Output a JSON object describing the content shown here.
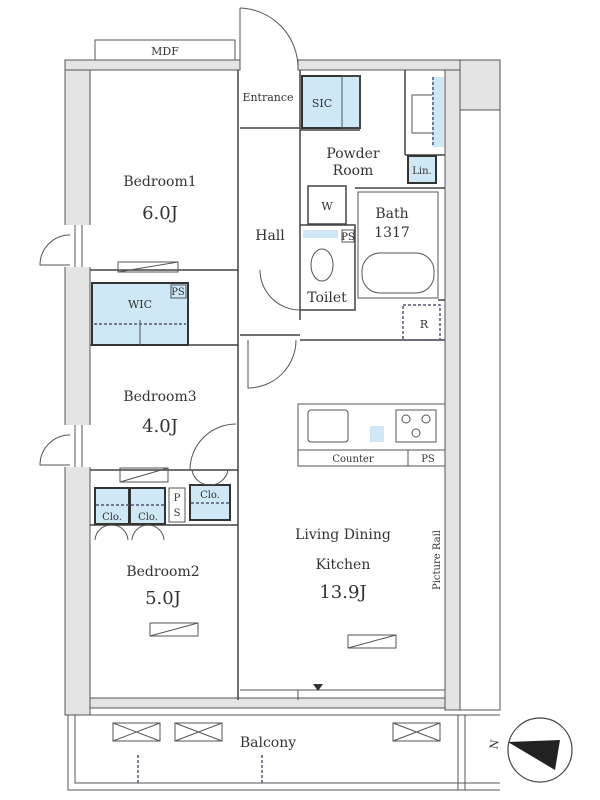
{
  "plan": {
    "utility": {
      "mdf": "MDF",
      "ps": "PS",
      "ps_vertical": [
        "P",
        "S"
      ],
      "refrigerator": "R"
    },
    "rooms": {
      "entrance": "Entrance",
      "sic": "SIC",
      "powder_room": [
        "Powder",
        "Room"
      ],
      "linen": "Lin.",
      "washer": "W",
      "bath": {
        "label": "Bath",
        "size": "1317"
      },
      "toilet": "Toilet",
      "hall": "Hall",
      "bedroom1": {
        "label": "Bedroom1",
        "size": "6.0J"
      },
      "wic": "WIC",
      "bedroom3": {
        "label": "Bedroom3",
        "size": "4.0J"
      },
      "bedroom2": {
        "label": "Bedroom2",
        "size": "5.0J"
      },
      "closet": "Clo.",
      "ldk": {
        "label": [
          "Living Dining",
          "Kitchen"
        ],
        "size": "13.9J"
      },
      "counter": "Counter",
      "picture_rail": "Picture Rail",
      "balcony": "Balcony"
    },
    "compass": {
      "label": "N"
    },
    "colors": {
      "storage": "#cfe8f5",
      "wall": "#e4e4e4"
    }
  }
}
